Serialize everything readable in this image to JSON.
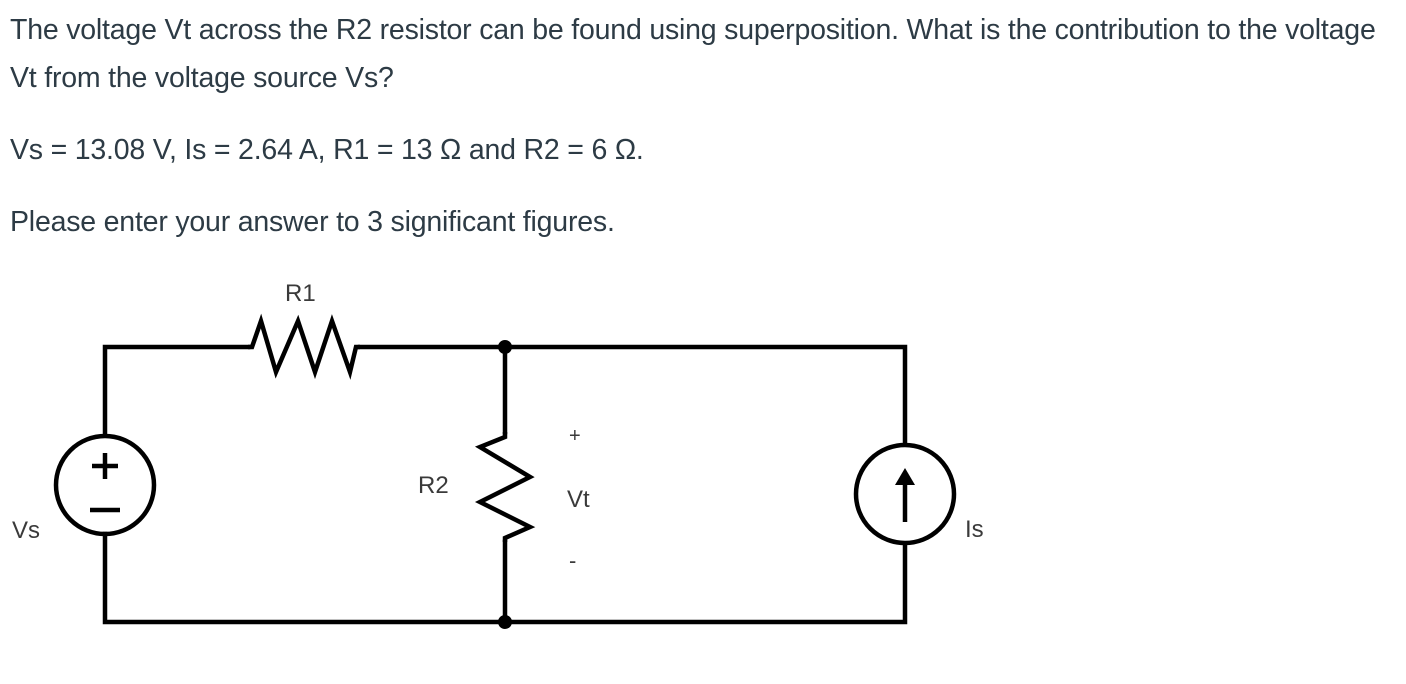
{
  "question": {
    "text": "The voltage Vt across the R2 resistor can be found using superposition. What is the contribution to the voltage Vt from the voltage source Vs?",
    "values": "Vs = 13.08 V, Is = 2.64 A, R1 = 13 Ω and R2 = 6 Ω.",
    "instruction": "Please enter your answer to 3 significant figures."
  },
  "circuit": {
    "labels": {
      "r1": "R1",
      "r2": "R2",
      "vs": "Vs",
      "is": "Is",
      "vt": "Vt",
      "vt_plus": "+",
      "vt_minus": "-"
    },
    "components": [
      {
        "name": "Vs",
        "type": "voltage-source",
        "icon": "voltage-source-icon"
      },
      {
        "name": "R1",
        "type": "resistor",
        "icon": "resistor-icon"
      },
      {
        "name": "R2",
        "type": "resistor",
        "icon": "resistor-icon"
      },
      {
        "name": "Is",
        "type": "current-source",
        "icon": "current-source-icon"
      }
    ]
  }
}
